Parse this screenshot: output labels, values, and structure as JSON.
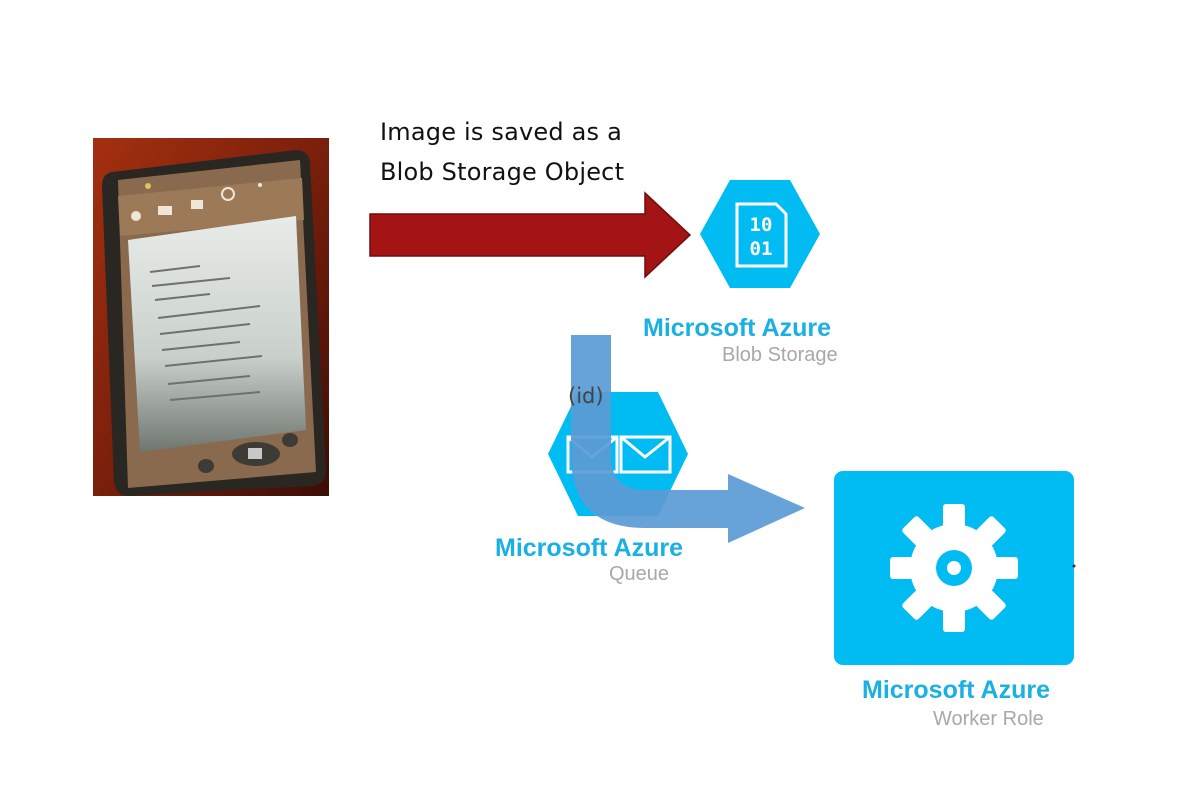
{
  "caption": {
    "line1": "Image is saved as a",
    "line2": "Blob Storage Object"
  },
  "blob": {
    "brand": "Microsoft Azure",
    "service": "Blob Storage",
    "glyph_top": "10",
    "glyph_bottom": "01",
    "icon": "binary-file-icon"
  },
  "queue": {
    "brand": "Microsoft Azure",
    "service": "Queue",
    "icon": "envelope-icon"
  },
  "worker": {
    "brand": "Microsoft Azure",
    "service": "Worker Role",
    "icon": "gear-icon"
  },
  "flow_label": "(id)",
  "colors": {
    "azure_blue": "#1ab0e3",
    "red_arrow": "#a51414",
    "blue_arrow": "#5b9bd5",
    "service_grey": "#a8a8a8"
  }
}
